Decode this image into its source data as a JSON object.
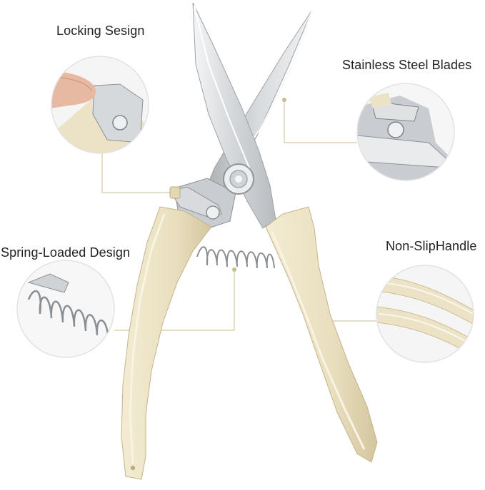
{
  "features": {
    "locking": "Locking Sesign",
    "blades": "Stainless Steel Blades",
    "spring": "Spring-Loaded Design",
    "handle": "Non-SlipHandle"
  },
  "colors": {
    "handle": "#ece3c6",
    "handle_shadow": "#d6c9a4",
    "blade": "#dcdfe2",
    "leader_line": "#c9b98a",
    "circle_border": "#e2e2e2"
  }
}
